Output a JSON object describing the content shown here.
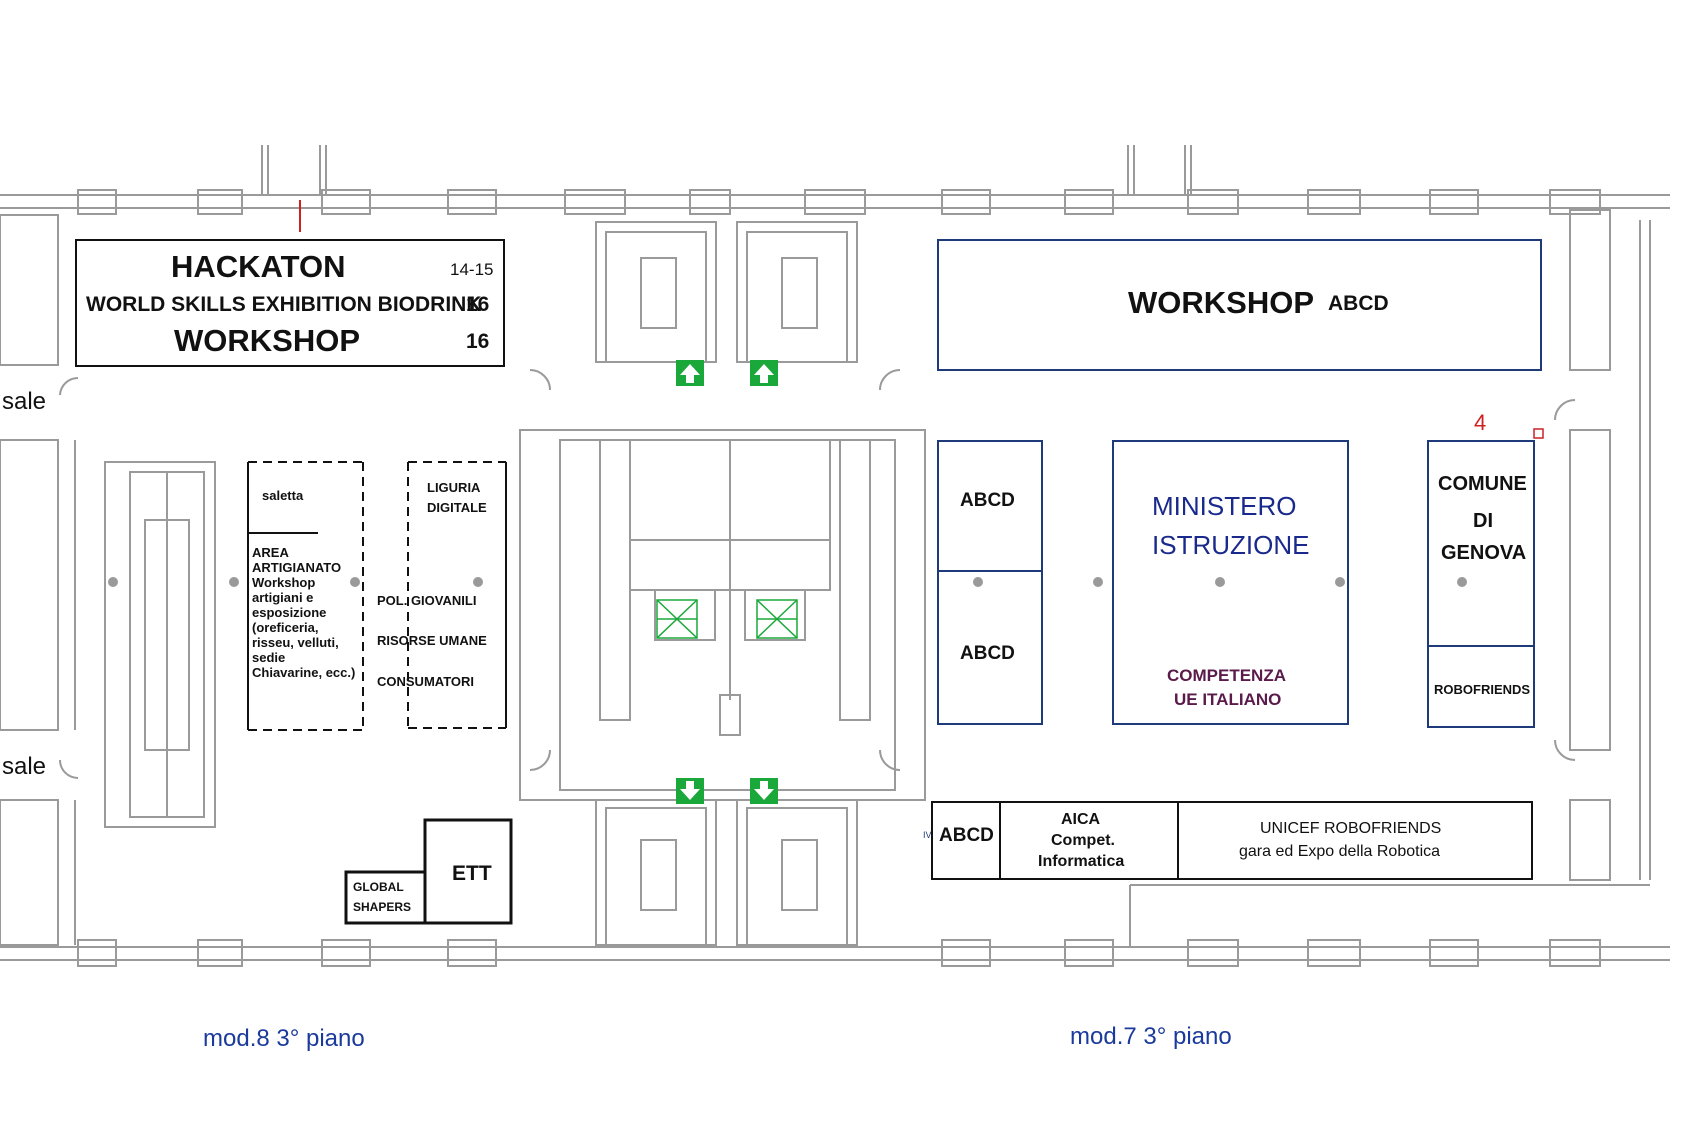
{
  "hackaton_box": {
    "line1": "HACKATON",
    "line1_time": "14-15",
    "line2": "WORLD SKILLS EXHIBITION BIODRINK",
    "line2_time": "16",
    "line3": "WORKSHOP",
    "line3_time": "16"
  },
  "workshop_box": {
    "title": "WORKSHOP",
    "suffix": "ABCD"
  },
  "side_labels": {
    "sale_top": "sale",
    "sale_bottom": "sale"
  },
  "saletta": "saletta",
  "area_artigianato": [
    "AREA",
    "ARTIGIANATO",
    "Workshop",
    "artigiani e",
    "esposizione",
    "(oreficeria,",
    "risseu, velluti,",
    "sedie",
    "Chiavarine, ecc.)"
  ],
  "liguria": [
    "LIGURIA",
    "DIGITALE"
  ],
  "pol_items": [
    "POL. GIOVANILI",
    "RISORSE UMANE",
    "CONSUMATORI"
  ],
  "ett": "ETT",
  "global_shapers": [
    "GLOBAL",
    "SHAPERS"
  ],
  "abcd_left_top": "ABCD",
  "abcd_left_bottom": "ABCD",
  "ministero": [
    "MINISTERO",
    "ISTRUZIONE"
  ],
  "competenza": [
    "COMPETENZA",
    "UE ITALIANO"
  ],
  "comune": [
    "COMUNE",
    "DI",
    "GENOVA"
  ],
  "robofriends_small": "ROBOFRIENDS",
  "stand_number": "4",
  "bottom_row": {
    "abcd": "ABCD",
    "aica": [
      "AICA",
      "Compet.",
      "Informatica"
    ],
    "unicef": [
      "UNICEF ROBOFRIENDS",
      "gara ed Expo della Robotica"
    ],
    "iv": "IV"
  },
  "captions": {
    "left": "mod.8 3° piano",
    "right": "mod.7 3° piano"
  },
  "colors": {
    "wall": "#9a9a9a",
    "exit_green": "#1aa83a",
    "blue_border": "#1f3a7a",
    "caption_blue": "#1a3a9c",
    "purple_text": "#5a1a4a"
  },
  "icons": {
    "exit_up": "arrow-up-icon",
    "exit_down": "arrow-down-icon",
    "elevator": "elevator-icon"
  }
}
